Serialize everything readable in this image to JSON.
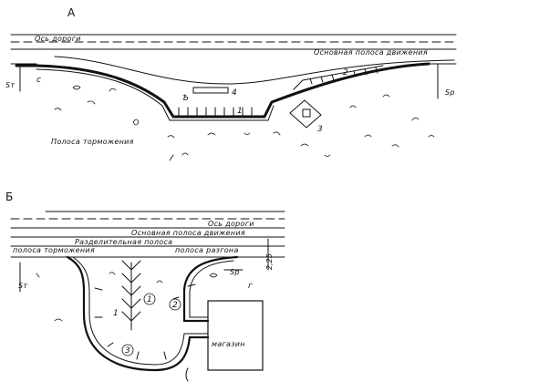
{
  "section_a": {
    "letter": "А",
    "road_axis_label": "Ось дороги",
    "main_lane_label": "Основная полоса движения",
    "braking_lane_label": "Полоса торможения",
    "dim_left": "Sт",
    "dim_right": "Sр",
    "marker_c": "с",
    "marker_2": "2",
    "marker_3": "3",
    "marker_4": "4",
    "marker_1": "1"
  },
  "section_b": {
    "letter": "Б",
    "road_axis_label": "Ось дороги",
    "main_lane_label": "Основная полоса движения",
    "divider_label": "Разделительная полоса",
    "braking_lane_label": "полоса торможения",
    "accel_lane_label": "полоса разгона",
    "width_label": "2,25",
    "dim_left": "Sт",
    "dim_right": "Sр",
    "marker_1": "1",
    "marker_2": "2",
    "marker_3": "3",
    "marker_r": "г",
    "shop_label": "магазин"
  },
  "colors": {
    "ink": "#111111",
    "background": "#ffffff"
  }
}
